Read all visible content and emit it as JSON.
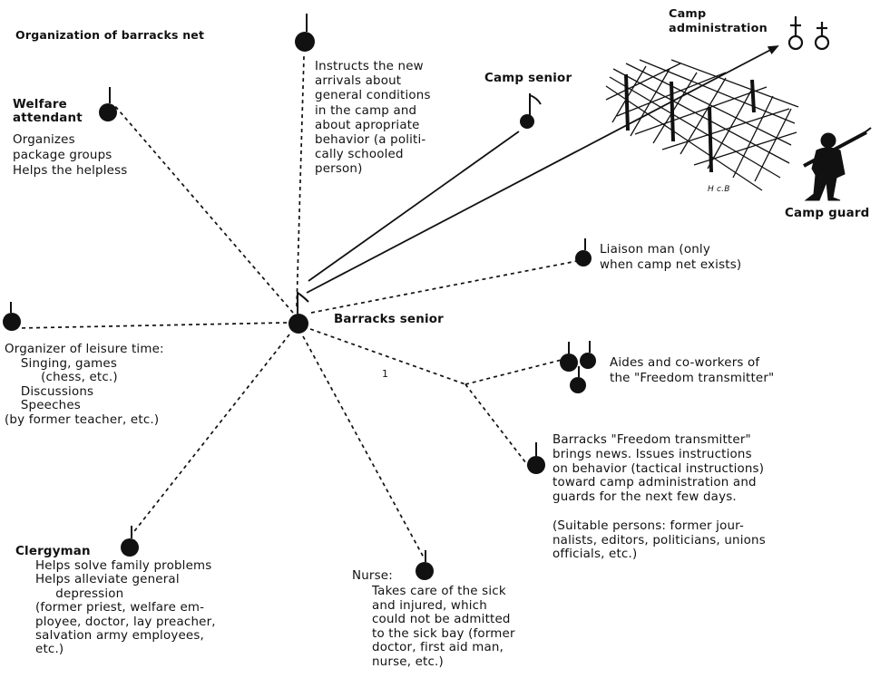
{
  "title": "Organization of barracks net",
  "nodes": {
    "barracks_senior": "Barracks senior",
    "camp_senior": "Camp senior",
    "camp_administration": "Camp\nadministration",
    "camp_guard": "Camp guard",
    "fence_label": "H c.B",
    "welfare_attendant": {
      "title": "Welfare\nattendant",
      "duties": "Organizes\npackage groups\nHelps the helpless"
    },
    "instructor": "Instructs the new\narrivals about\ngeneral conditions\nin the camp and\nabout apropriate\nbehavior (a politi-\ncally schooled\nperson)",
    "liaison": "Liaison man (only\nwhen camp net exists)",
    "leisure": "Organizer of leisure time:\n    Singing, games\n         (chess, etc.)\n    Discussions\n    Speeches\n(by former teacher, etc.)",
    "aides": "Aides and co-workers of\nthe \"Freedom transmitter\"",
    "freedom_transmitter": "Barracks \"Freedom transmitter\"\nbrings news. Issues instructions\non behavior (tactical instructions)\ntoward camp administration and\nguards for the next few days.\n\n(Suitable persons: former jour-\nnalists, editors, politicians, unions\nofficials, etc.)",
    "clergyman": {
      "title": "Clergyman",
      "duties": "Helps solve family problems\nHelps alleviate general\n     depression\n(former priest, welfare em-\nployee, doctor, lay preacher,\nsalvation army employees,\netc.)"
    },
    "nurse": {
      "title": "Nurse:",
      "duties": "Takes care of the sick\nand injured, which\ncould not be admitted\nto the sick bay (former\ndoctor, first aid man,\nnurse, etc.)"
    },
    "stray_mark": "1"
  }
}
